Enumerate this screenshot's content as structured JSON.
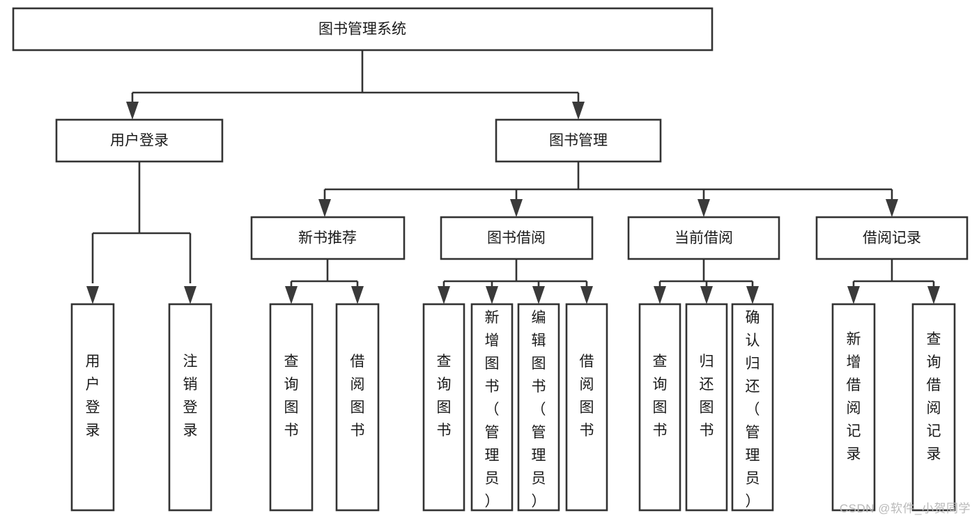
{
  "diagram": {
    "type": "tree",
    "title": "图书管理系统",
    "root": {
      "id": "root",
      "label": "图书管理系统",
      "orientation": "horizontal"
    },
    "level1": [
      {
        "id": "user-login",
        "label": "用户登录",
        "orientation": "horizontal"
      },
      {
        "id": "book-management",
        "label": "图书管理",
        "orientation": "horizontal"
      }
    ],
    "level2": [
      {
        "id": "new-book-recommend",
        "label": "新书推荐",
        "orientation": "horizontal",
        "parent": "book-management"
      },
      {
        "id": "book-borrow",
        "label": "图书借阅",
        "orientation": "horizontal",
        "parent": "book-management"
      },
      {
        "id": "current-borrow",
        "label": "当前借阅",
        "orientation": "horizontal",
        "parent": "book-management"
      },
      {
        "id": "borrow-record",
        "label": "借阅记录",
        "orientation": "horizontal",
        "parent": "book-management"
      }
    ],
    "leaves": [
      {
        "id": "leaf-user-login",
        "label": "用户登录",
        "orientation": "vertical",
        "parent": "user-login"
      },
      {
        "id": "leaf-logout-login",
        "label": "注销登录",
        "orientation": "vertical",
        "parent": "user-login"
      },
      {
        "id": "leaf-query-book-1",
        "label": "查询图书",
        "orientation": "vertical",
        "parent": "new-book-recommend"
      },
      {
        "id": "leaf-borrow-book-1",
        "label": "借阅图书",
        "orientation": "vertical",
        "parent": "new-book-recommend"
      },
      {
        "id": "leaf-query-book-2",
        "label": "查询图书",
        "orientation": "vertical",
        "parent": "book-borrow"
      },
      {
        "id": "leaf-add-book",
        "label": "新增图书（管理员）",
        "orientation": "vertical",
        "parent": "book-borrow"
      },
      {
        "id": "leaf-edit-book",
        "label": "编辑图书（管理员）",
        "orientation": "vertical",
        "parent": "book-borrow"
      },
      {
        "id": "leaf-borrow-book-2",
        "label": "借阅图书",
        "orientation": "vertical",
        "parent": "book-borrow"
      },
      {
        "id": "leaf-query-book-3",
        "label": "查询图书",
        "orientation": "vertical",
        "parent": "current-borrow"
      },
      {
        "id": "leaf-return-book",
        "label": "归还图书",
        "orientation": "vertical",
        "parent": "current-borrow"
      },
      {
        "id": "leaf-confirm-return",
        "label": "确认归还（管理员）",
        "orientation": "vertical",
        "parent": "current-borrow"
      },
      {
        "id": "leaf-add-borrow-record",
        "label": "新增借阅记录",
        "orientation": "vertical",
        "parent": "borrow-record"
      },
      {
        "id": "leaf-query-borrow-record",
        "label": "查询借阅记录",
        "orientation": "vertical",
        "parent": "borrow-record"
      }
    ],
    "colors": {
      "box_stroke": "#333333",
      "box_fill": "#ffffff",
      "connector": "#333333",
      "text": "#1a1a1a",
      "watermark": "#b9b9b9",
      "background": "#ffffff"
    }
  },
  "watermark": {
    "text": "CSDN @软件_小贺同学"
  }
}
